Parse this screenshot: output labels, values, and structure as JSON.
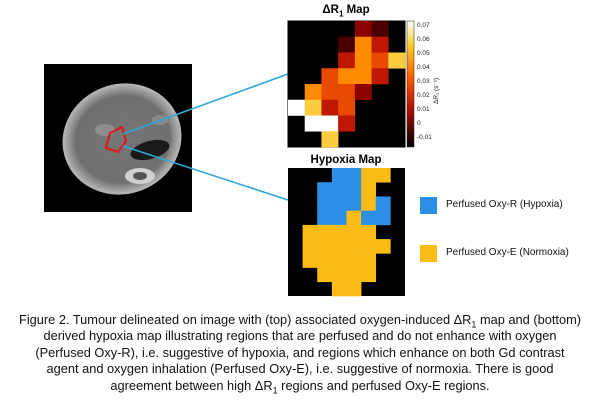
{
  "delta_r1_map": {
    "title_prefix": "ΔR",
    "title_subscript": "1",
    "title_suffix": " Map",
    "colorbar": {
      "ticks": [
        "0.07",
        "0.06",
        "0.05",
        "0.04",
        "0.03",
        "0.02",
        "0.01",
        "0",
        "-0.01"
      ],
      "label": "ΔR₁ (s⁻¹)"
    }
  },
  "hypoxia_map": {
    "title": "Hypoxia Map"
  },
  "legend": {
    "items": [
      {
        "label": "Perfused Oxy-R (Hypoxia)",
        "color": "#2b8fe5"
      },
      {
        "label": "Perfused Oxy-E (Normoxia)",
        "color": "#fdbb16"
      }
    ]
  },
  "colors": {
    "connector": "#2fa8d8",
    "roi_outline": "#e0161a",
    "map_background": "#000000"
  },
  "caption": {
    "p1": "Figure 2. Tumour delineated on image with (top) associated oxygen-induced ΔR",
    "s1": "1",
    "p2": " map and (bottom) derived hypoxia map illustrating regions that are perfused and do not enhance with oxygen (Perfused Oxy-R), i.e. suggestive of hypoxia, and regions which enhance on both Gd contrast agent and oxygen inhalation (Perfused Oxy-E), i.e. suggestive of normoxia. There is good agreement between high ΔR",
    "s2": "1",
    "p3": " regions and perfused Oxy-E regions."
  }
}
